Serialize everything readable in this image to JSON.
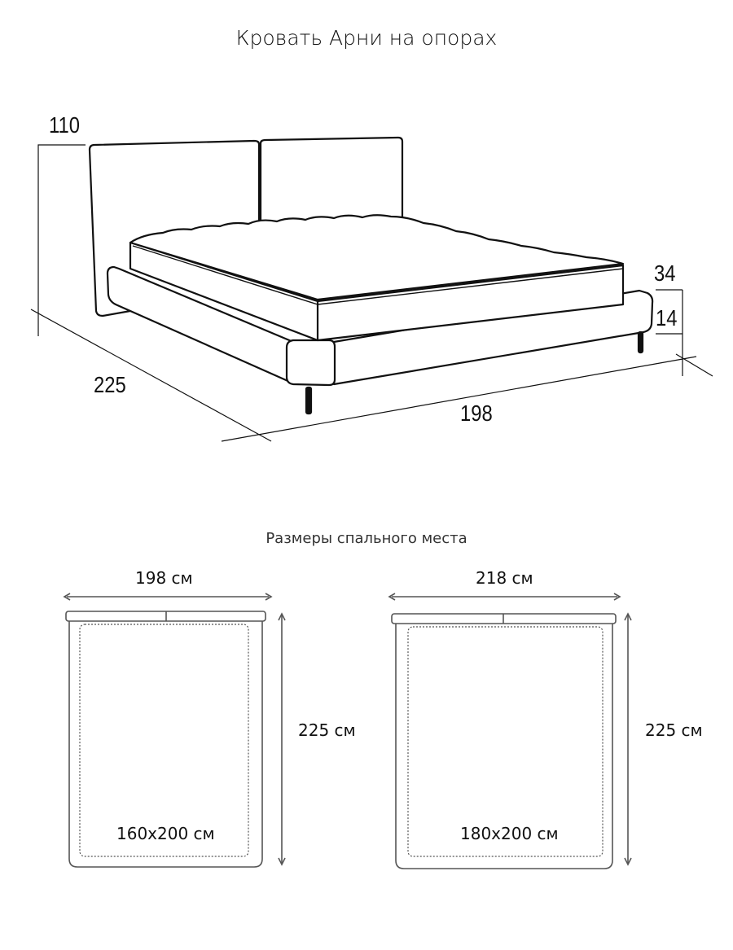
{
  "title": "Кровать Арни на опорах",
  "bed_dimensions": {
    "height": "110",
    "depth": "225",
    "width": "198",
    "total_base_height": "34",
    "leg_height": "14"
  },
  "sleeping_area": {
    "heading": "Размеры спального места",
    "variants": [
      {
        "width_label": "198 см",
        "length_label": "225 см",
        "mattress_label": "160x200 см"
      },
      {
        "width_label": "218 см",
        "length_label": "225 см",
        "mattress_label": "180x200 см"
      }
    ]
  },
  "colors": {
    "line": "#111111",
    "plan_line": "#555555"
  }
}
